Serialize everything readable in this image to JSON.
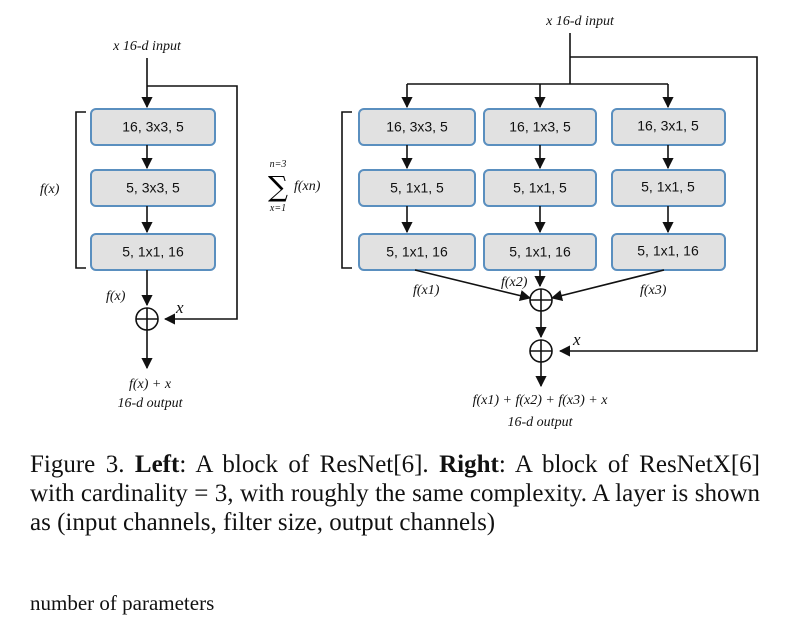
{
  "left_block": {
    "input_label": "x 16-d input",
    "layers": [
      "16, 3x3, 5",
      "5, 3x3, 5",
      "5, 1x1, 16"
    ],
    "brace_label": "f(x)",
    "fx_label": "f(x)",
    "x_label": "x",
    "output_expr": "f(x) + x",
    "output_label": "16-d output"
  },
  "right_block": {
    "input_label": "x 16-d input",
    "sum_top": "n=3",
    "sum_bottom": "x=1",
    "sum_term": "f(xn)",
    "paths": [
      {
        "layers": [
          "16, 3x3, 5",
          "5, 1x1, 5",
          "5, 1x1, 16"
        ],
        "label": "f(x1)"
      },
      {
        "layers": [
          "16, 1x3, 5",
          "5, 1x1, 5",
          "5, 1x1, 16"
        ],
        "label": "f(x2)"
      },
      {
        "layers": [
          "16, 3x1, 5",
          "5, 1x1, 5",
          "5, 1x1, 16"
        ],
        "label": "f(x3)"
      }
    ],
    "x_label": "x",
    "output_expr": "f(x1) + f(x2) + f(x3) + x",
    "output_label": "16-d output"
  },
  "caption": {
    "prefix": "Figure 3. ",
    "left_bold": "Left",
    "left_text": ": A block of ResNet[6]. ",
    "right_bold": "Right",
    "right_text": ": A block of ResNetX[6] with cardinality = 3, with roughly the same complexity. A layer is shown as (input channels, filter size, output channels)"
  },
  "extra_line": "number of parameters"
}
